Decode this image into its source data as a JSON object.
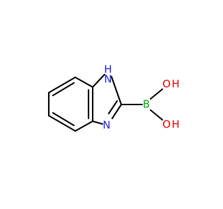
{
  "molecule": {
    "colors": {
      "bond": "#000000",
      "nitrogen": "#2020e6",
      "boron": "#00b000",
      "oxygen": "#e60000",
      "background": "#ffffff"
    },
    "atoms": {
      "n1": {
        "element": "N",
        "label": "N",
        "h_label": "H"
      },
      "n3": {
        "element": "N",
        "label": "N"
      },
      "boron": {
        "element": "B",
        "label": "B"
      },
      "o_upper": {
        "element": "O",
        "label": "O",
        "h_label": "H"
      },
      "o_lower": {
        "element": "O",
        "label": "O",
        "h_label": "H"
      }
    }
  }
}
